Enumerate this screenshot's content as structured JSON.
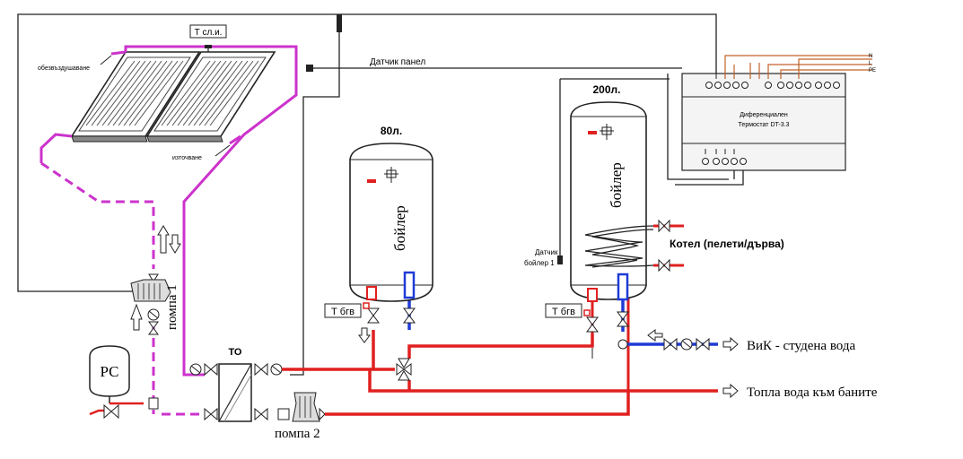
{
  "labels": {
    "t_collector": "Т сл.и.",
    "deaeration": "обезвъздушаване",
    "drain": "източване",
    "sensor_panel": "Датчик панел",
    "pump1": "помпа 1",
    "pump2": "помпа 2",
    "expansion_vessel": "РС",
    "heat_exchanger": "ТО",
    "boiler80_volume": "80л.",
    "boiler200_volume": "200л.",
    "boiler_word_1": "бойлер",
    "boiler_word_2": "бойлер",
    "t_hot_water_1": "Т бгв",
    "t_hot_water_2": "Т бгв",
    "sensor_boiler_line1": "Датчик",
    "sensor_boiler_line2": "бойлер 1",
    "heating_boiler": "Котел (пелети/дърва)",
    "cold_water": "ВиК - студена вода",
    "hot_water_out": "Топла вода към баните",
    "controller_line1": "Диференциален",
    "controller_line2": "Термостат DT-3.3",
    "term_n": "N",
    "term_l": "L",
    "term_pe": "PE"
  },
  "colors": {
    "glycol_circuit": "#cc33cc",
    "hot_water": "#e02020",
    "cold_water": "#1f3bd6",
    "wiring": "#222222",
    "controller_body": "#f4f4f4"
  }
}
